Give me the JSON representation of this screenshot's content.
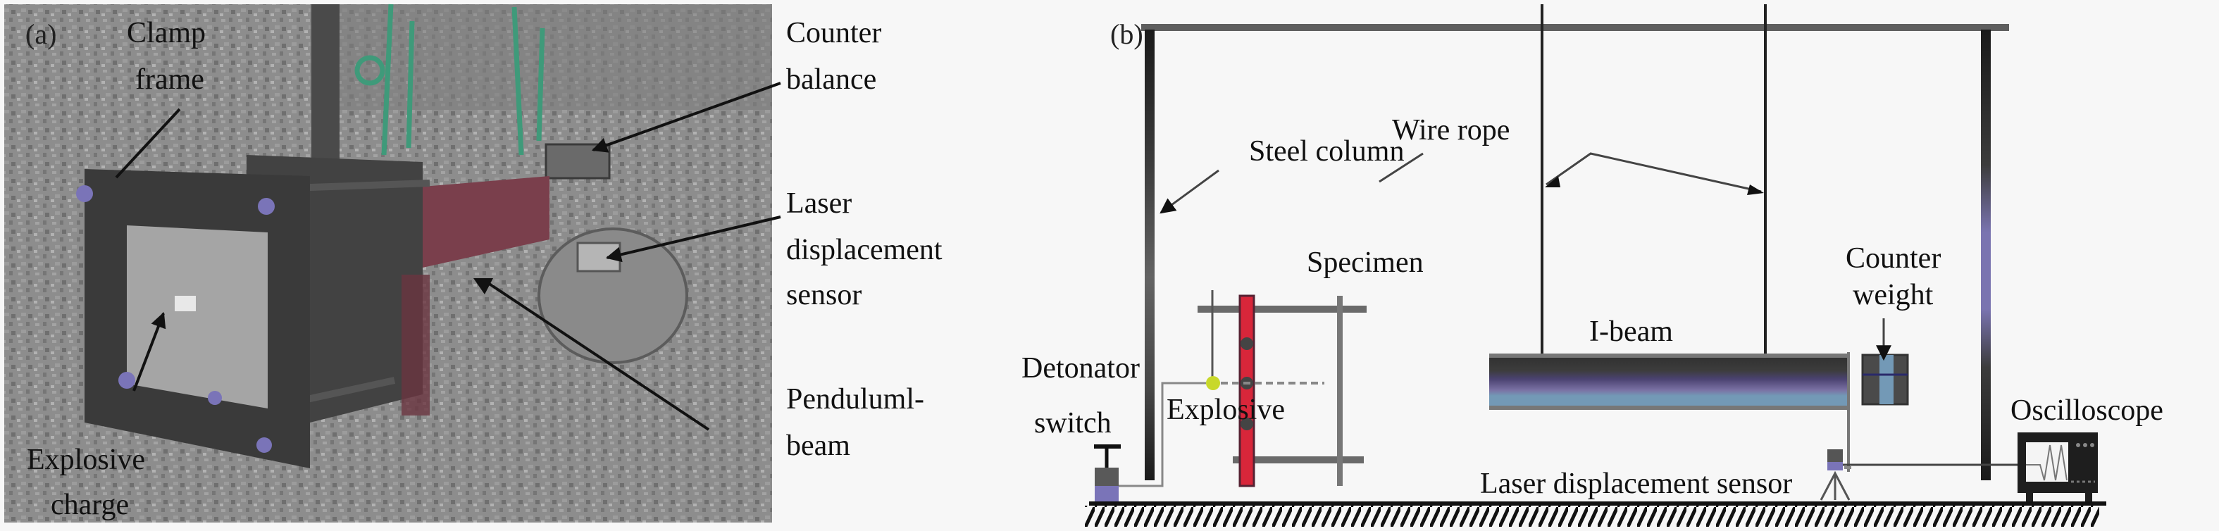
{
  "figure": {
    "panels": [
      {
        "id": "a",
        "tag": "(a)",
        "kind": "photograph",
        "labels": {
          "clamp_frame": [
            "Clamp",
            "frame"
          ],
          "explosive_charge": [
            "Explosive",
            "charge"
          ],
          "counter_balance": [
            "Counter",
            "balance"
          ],
          "laser_sensor": [
            "Laser",
            "displacement",
            "sensor"
          ],
          "pendulum_beam": [
            "Penduluml-",
            "beam"
          ]
        }
      },
      {
        "id": "b",
        "tag": "(b)",
        "kind": "schematic",
        "labels": {
          "steel_column": "Steel column",
          "wire_rope": "Wire rope",
          "specimen": "Specimen",
          "i_beam": "I-beam",
          "counter_weight": [
            "Counter",
            "weight"
          ],
          "detonator_switch": [
            "Detonator",
            "switch"
          ],
          "explosive": "Explosive",
          "laser_sensor": "Laser displacement sensor",
          "oscilloscope": "Oscilloscope"
        }
      }
    ],
    "colors": {
      "background": "#f7f7f7",
      "photo_ground": "#8e8e8e",
      "frame_dark": "#3a3a3a",
      "beam_red": "#7a3f4c",
      "bolt_purple": "#7a74b8",
      "rope_green": "#3f9a7a",
      "specimen_red": "#d8263a",
      "ibeam_top": "#333333",
      "ibeam_mid": "#6c6396",
      "ibeam_bottom": "#7399b6",
      "explosive_yellow": "#c8d82a",
      "column_purple": "#7a74b0"
    }
  }
}
